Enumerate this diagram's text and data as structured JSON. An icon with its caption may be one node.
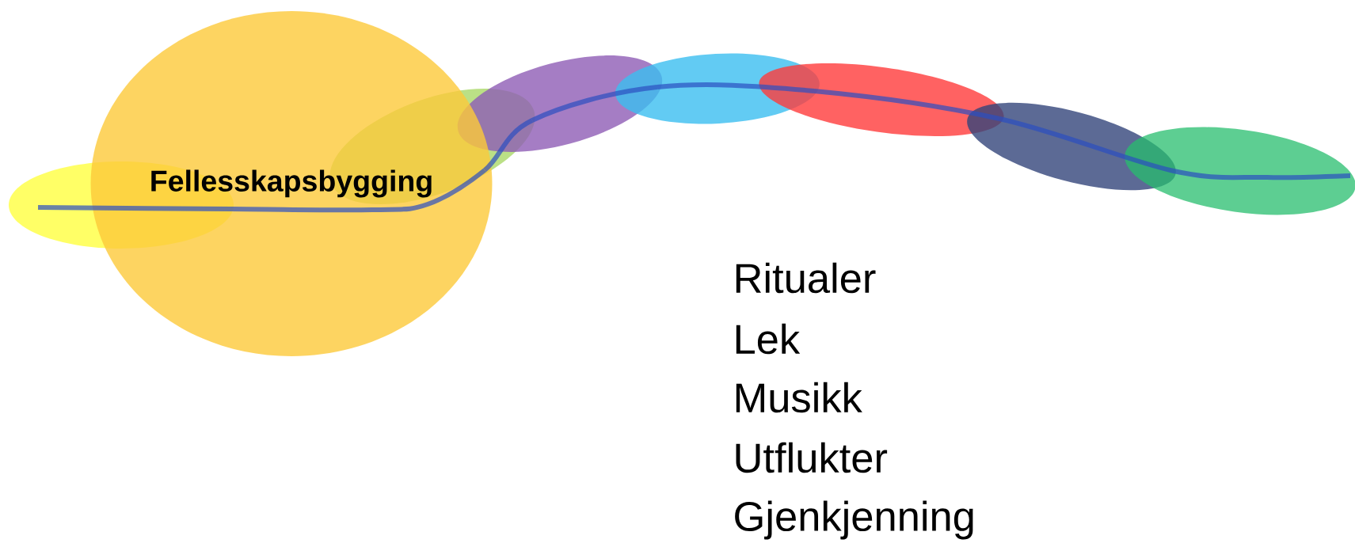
{
  "diagram": {
    "nodes": [
      {
        "text": [],
        "shape": "ellipse"
      },
      {
        "text": [
          "Fellesskapsbygging"
        ]
      },
      {
        "text": [],
        "shape": "ellipse"
      },
      {
        "text": [],
        "shape": "ellipse"
      },
      {
        "text": [],
        "shape": "ellipse"
      },
      {
        "text": [],
        "shape": "ellipse"
      },
      {
        "text": [],
        "shape": "ellipse"
      },
      {
        "text": [],
        "shape": "ellipse"
      }
    ],
    "edges": [
      {
        "from": 0,
        "to": 1,
        "arrow": "none"
      },
      {
        "from": 1,
        "to": 2,
        "arrow": "none"
      },
      {
        "from": 2,
        "to": 3,
        "arrow": "none"
      },
      {
        "from": 3,
        "to": 4,
        "arrow": "none"
      },
      {
        "from": 4,
        "to": 5,
        "arrow": "none"
      },
      {
        "from": 5,
        "to": 6,
        "arrow": "none"
      },
      {
        "from": 6,
        "to": 7,
        "arrow": "none"
      }
    ],
    "labels": [
      "Ritualer",
      "Lek",
      "Musikk",
      "Utflukter",
      "Gjenkjenning"
    ]
  }
}
